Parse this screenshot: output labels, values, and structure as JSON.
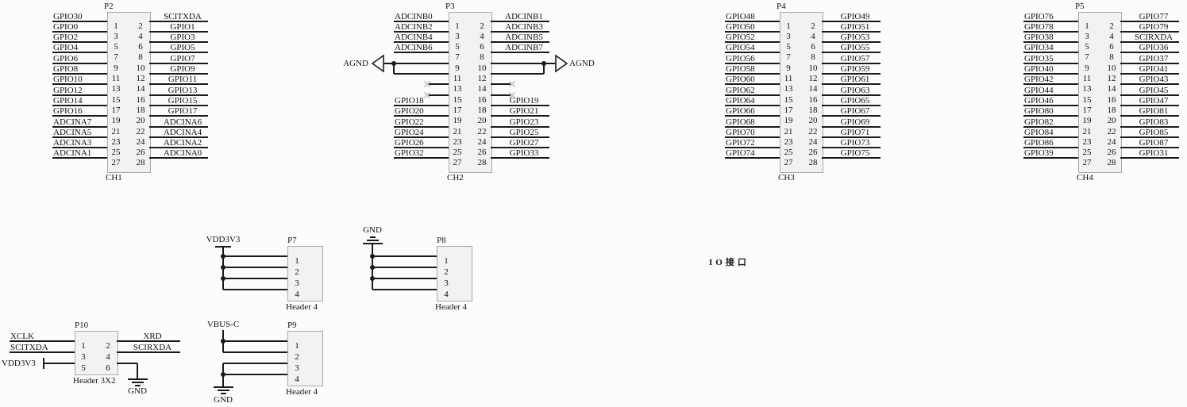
{
  "page_title": "IO接口",
  "colors": {
    "wire": "#1a1a1a",
    "background": "#fcfcfc",
    "box_fill": "#f2f2f2",
    "box_border": "#a8a8a8",
    "nc_mark": "#c8c8c8"
  },
  "net_labels": {
    "agnd": "AGND",
    "gnd": "GND",
    "vdd": "VDD3V3",
    "vbus": "VBUS-C"
  },
  "shared": {
    "pin_pairs_28": [
      [
        1,
        2
      ],
      [
        3,
        4
      ],
      [
        5,
        6
      ],
      [
        7,
        8
      ],
      [
        9,
        10
      ],
      [
        11,
        12
      ],
      [
        13,
        14
      ],
      [
        15,
        16
      ],
      [
        17,
        18
      ],
      [
        19,
        20
      ],
      [
        21,
        22
      ],
      [
        23,
        24
      ],
      [
        25,
        26
      ],
      [
        27,
        28
      ]
    ],
    "pin_pairs_6": [
      [
        1,
        2
      ],
      [
        3,
        4
      ],
      [
        5,
        6
      ]
    ],
    "pins_4": [
      1,
      2,
      3,
      4
    ]
  },
  "connectors28": [
    {
      "designator": "P2",
      "channel": "CH1",
      "left": [
        "GPIO30",
        "GPIO0",
        "GPIO2",
        "GPIO4",
        "GPIO6",
        "GPIO8",
        "GPIO10",
        "GPIO12",
        "GPIO14",
        "GPIO16",
        "ADCINA7",
        "ADCINA5",
        "ADCINA3",
        "ADCINA1"
      ],
      "right": [
        "SCITXDA",
        "GPIO1",
        "GPIO3",
        "GPIO5",
        "GPIO7",
        "GPIO9",
        "GPIO11",
        "GPIO13",
        "GPIO15",
        "GPIO17",
        "ADCINA6",
        "ADCINA4",
        "ADCINA2",
        "ADCINA0"
      ]
    },
    {
      "designator": "P3",
      "channel": "CH2",
      "left": [
        "ADCINB0",
        "ADCINB2",
        "ADCINB4",
        "ADCINB6",
        "@AGND",
        "@JOIN",
        "@NC",
        "@NC",
        "GPIO18",
        "GPIO20",
        "GPIO22",
        "GPIO24",
        "GPIO26",
        "GPIO32"
      ],
      "right": [
        "ADCINB1",
        "ADCINB3",
        "ADCINB5",
        "ADCINB7",
        "@AGND",
        "@JOIN",
        "@NC",
        "@NC",
        "GPIO19",
        "GPIO21",
        "GPIO23",
        "GPIO25",
        "GPIO27",
        "GPIO33"
      ]
    },
    {
      "designator": "P4",
      "channel": "CH3",
      "left": [
        "GPIO48",
        "GPIO50",
        "GPIO52",
        "GPIO54",
        "GPIO56",
        "GPIO58",
        "GPIO60",
        "GPIO62",
        "GPIO64",
        "GPIO66",
        "GPIO68",
        "GPIO70",
        "GPIO72",
        "GPIO74"
      ],
      "right": [
        "GPIO49",
        "GPIO51",
        "GPIO53",
        "GPIO55",
        "GPIO57",
        "GPIO59",
        "GPIO61",
        "GPIO63",
        "GPIO65",
        "GPIO67",
        "GPIO69",
        "GPIO71",
        "GPIO73",
        "GPIO75"
      ]
    },
    {
      "designator": "P5",
      "channel": "CH4",
      "left": [
        "GPIO76",
        "GPIO78",
        "GPIO38",
        "GPIO34",
        "GPIO35",
        "GPIO40",
        "GPIO42",
        "GPIO44",
        "GPIO46",
        "GPIO80",
        "GPIO82",
        "GPIO84",
        "GPIO86",
        "GPIO39"
      ],
      "right": [
        "GPIO77",
        "GPIO79",
        "SCIRXDA",
        "GPIO36",
        "GPIO37",
        "GPIO41",
        "GPIO43",
        "GPIO45",
        "GPIO47",
        "GPIO81",
        "GPIO83",
        "GPIO85",
        "GPIO87",
        "GPIO31"
      ]
    }
  ],
  "headers4": [
    {
      "designator": "P7",
      "footprint": "Header 4",
      "net": "VDD3V3"
    },
    {
      "designator": "P8",
      "footprint": "Header 4",
      "net": "GND"
    },
    {
      "designator": "P9",
      "footprint": "Header 4",
      "net_top": "VBUS-C",
      "net_bottom": "GND"
    }
  ],
  "header3x2": {
    "designator": "P10",
    "footprint": "Header 3X2",
    "left": [
      "XCLK",
      "SCITXDA",
      "VDD3V3"
    ],
    "right": [
      "XRD",
      "SCIRXDA",
      "GND"
    ]
  }
}
